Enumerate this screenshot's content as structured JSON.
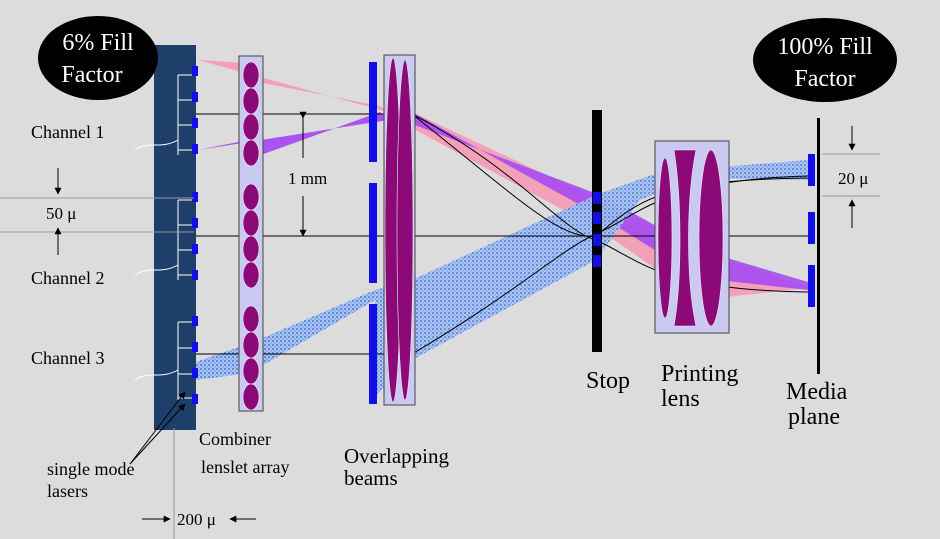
{
  "badges": {
    "left": [
      "6% Fill",
      "Factor"
    ],
    "right": [
      "100% Fill",
      "Factor"
    ]
  },
  "channels": [
    "Channel 1",
    "Channel 2",
    "Channel 3"
  ],
  "dims": {
    "pitch": "50 μ",
    "channel_spacing": "1 mm",
    "spot": "20 μ",
    "array_width": "200 μ"
  },
  "labels": {
    "lasers": [
      "single mode",
      "lasers"
    ],
    "combiner": [
      "Combiner",
      "lenslet array"
    ],
    "overlap": [
      "Overlapping",
      "beams"
    ],
    "stop": [
      "Stop"
    ],
    "printing": [
      "Printing",
      "lens"
    ],
    "media": [
      "Media",
      "plane"
    ]
  },
  "colors": {
    "background": "#dcdcdc",
    "laser_array": "#1f3f6b",
    "emitter": "#1010e6",
    "lens": "#8b0a78",
    "lens_holder": "#c9c9f2",
    "pink_beam": "#f49ab4",
    "purple_beam": "#a64bf2",
    "blue_beam": "#5f8fe6",
    "badge": "#000000"
  }
}
